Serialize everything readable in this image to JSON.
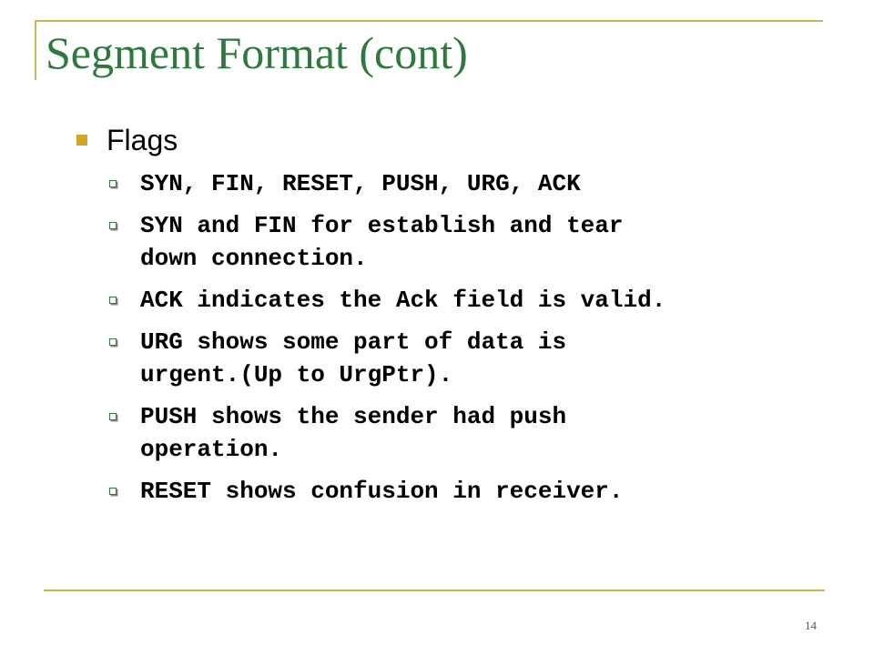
{
  "slide": {
    "title": "Segment Format (cont)",
    "bullet": "Flags",
    "sub_items": [
      "SYN, FIN, RESET, PUSH, URG, ACK",
      "SYN and FIN for establish and tear\ndown connection.",
      "ACK indicates the Ack field is valid.",
      "URG shows some part of data is\nurgent.(Up to UrgPtr).",
      "PUSH shows the sender had push\noperation.",
      "RESET shows confusion in receiver."
    ],
    "page_number": "14"
  },
  "colors": {
    "title": "#2e7a3c",
    "bullet": "#d1a726",
    "frame_lines": "#c9b65a"
  },
  "icons": {
    "level1_bullet": "filled-square-icon",
    "level2_bullet": "hollow-square-icon"
  }
}
